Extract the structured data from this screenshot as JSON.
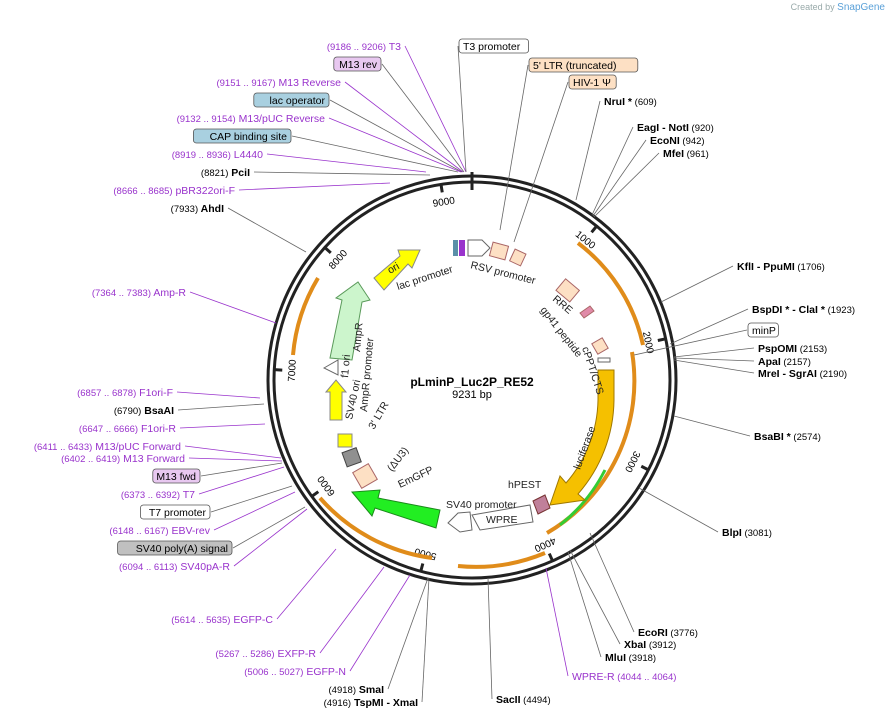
{
  "credit": {
    "prefix": "Created by",
    "brand": "SnapGene"
  },
  "plasmid": {
    "name": "pLminP_Luc2P_RE52",
    "length_label": "9231 bp"
  },
  "ticks": [
    "1000",
    "2000",
    "3000",
    "4000",
    "5000",
    "6000",
    "7000",
    "8000",
    "9000"
  ],
  "colors": {
    "enzyme": "#000000",
    "feature": "#9933cc",
    "orange": "#e08c1a",
    "green": "#33cc33",
    "yellow": "#ffff00"
  },
  "annotations": [
    {
      "id": "t3",
      "parts": [
        {
          "t": "(9186 .. 9206)",
          "c": "f",
          "s": "small"
        },
        {
          "t": "  T3",
          "c": "f"
        }
      ]
    },
    {
      "id": "m13rev",
      "parts": [
        {
          "t": "M13 rev",
          "c": "k"
        }
      ],
      "box": "#e8c8f0"
    },
    {
      "id": "m13reverse",
      "parts": [
        {
          "t": "(9151 .. 9167)",
          "c": "f",
          "s": "small"
        },
        {
          "t": "  M13 Reverse",
          "c": "f"
        }
      ]
    },
    {
      "id": "lacop",
      "parts": [
        {
          "t": "lac operator",
          "c": "k"
        }
      ],
      "box": "#a9d0e0"
    },
    {
      "id": "m13puc",
      "parts": [
        {
          "t": "(9132 .. 9154)",
          "c": "f",
          "s": "small"
        },
        {
          "t": "  M13/pUC Reverse",
          "c": "f"
        }
      ]
    },
    {
      "id": "cap",
      "parts": [
        {
          "t": "CAP binding site",
          "c": "k"
        }
      ],
      "box": "#a9d0e0"
    },
    {
      "id": "l4440",
      "parts": [
        {
          "t": "(8919 .. 8936)",
          "c": "f",
          "s": "small"
        },
        {
          "t": "  L4440",
          "c": "f"
        }
      ]
    },
    {
      "id": "pcii",
      "parts": [
        {
          "t": "(8821)",
          "c": "k",
          "s": "small"
        },
        {
          "t": "  PciI",
          "c": "k",
          "b": 1
        }
      ]
    },
    {
      "id": "pbr",
      "parts": [
        {
          "t": "(8666 .. 8685)",
          "c": "f",
          "s": "small"
        },
        {
          "t": "  pBR322ori-F",
          "c": "f"
        }
      ]
    },
    {
      "id": "ahdi",
      "parts": [
        {
          "t": "(7933)",
          "c": "k",
          "s": "small"
        },
        {
          "t": "  AhdI",
          "c": "k",
          "b": 1
        }
      ]
    },
    {
      "id": "ampr",
      "parts": [
        {
          "t": "(7364 .. 7383)",
          "c": "f",
          "s": "small"
        },
        {
          "t": "  Amp-R",
          "c": "f"
        }
      ]
    },
    {
      "id": "f1f",
      "parts": [
        {
          "t": "(6857 .. 6878)",
          "c": "f",
          "s": "small"
        },
        {
          "t": "  F1ori-F",
          "c": "f"
        }
      ]
    },
    {
      "id": "bsaai",
      "parts": [
        {
          "t": "(6790)",
          "c": "k",
          "s": "small"
        },
        {
          "t": "  BsaAI",
          "c": "k",
          "b": 1
        }
      ]
    },
    {
      "id": "f1r",
      "parts": [
        {
          "t": "(6647 .. 6666)",
          "c": "f",
          "s": "small"
        },
        {
          "t": "  F1ori-R",
          "c": "f"
        }
      ]
    },
    {
      "id": "m13pucf",
      "parts": [
        {
          "t": "(6411 .. 6433)",
          "c": "f",
          "s": "small"
        },
        {
          "t": "  M13/pUC Forward",
          "c": "f"
        }
      ]
    },
    {
      "id": "m13fwd2",
      "parts": [
        {
          "t": "(6402 .. 6419)",
          "c": "f",
          "s": "small"
        },
        {
          "t": "  M13 Forward",
          "c": "f"
        }
      ]
    },
    {
      "id": "m13fwd",
      "parts": [
        {
          "t": "M13 fwd",
          "c": "k"
        }
      ],
      "box": "#e8c8f0"
    },
    {
      "id": "t7",
      "parts": [
        {
          "t": "(6373 .. 6392)",
          "c": "f",
          "s": "small"
        },
        {
          "t": "  T7",
          "c": "f"
        }
      ]
    },
    {
      "id": "t7p",
      "parts": [
        {
          "t": "T7 promoter",
          "c": "k"
        }
      ],
      "box": "#ffffff"
    },
    {
      "id": "ebv",
      "parts": [
        {
          "t": "(6148 .. 6167)",
          "c": "f",
          "s": "small"
        },
        {
          "t": "  EBV-rev",
          "c": "f"
        }
      ]
    },
    {
      "id": "sv40pa",
      "parts": [
        {
          "t": "SV40 poly(A) signal",
          "c": "k"
        }
      ],
      "box": "#c0c0c0"
    },
    {
      "id": "sv40par",
      "parts": [
        {
          "t": "(6094 .. 6113)",
          "c": "f",
          "s": "small"
        },
        {
          "t": "  SV40pA-R",
          "c": "f"
        }
      ]
    },
    {
      "id": "egfpc",
      "parts": [
        {
          "t": "(5614 .. 5635)",
          "c": "f",
          "s": "small"
        },
        {
          "t": "  EGFP-C",
          "c": "f"
        }
      ]
    },
    {
      "id": "exfp",
      "parts": [
        {
          "t": "(5267 .. 5286)",
          "c": "f",
          "s": "small"
        },
        {
          "t": "  EXFP-R",
          "c": "f"
        }
      ]
    },
    {
      "id": "egfpn",
      "parts": [
        {
          "t": "(5006 .. 5027)",
          "c": "f",
          "s": "small"
        },
        {
          "t": "  EGFP-N",
          "c": "f"
        }
      ]
    },
    {
      "id": "smai",
      "parts": [
        {
          "t": "(4918)",
          "c": "k",
          "s": "small"
        },
        {
          "t": "  SmaI",
          "c": "k",
          "b": 1
        }
      ]
    },
    {
      "id": "tspmi",
      "parts": [
        {
          "t": "(4916)",
          "c": "k",
          "s": "small"
        },
        {
          "t": "  TspMI - XmaI",
          "c": "k",
          "b": 1
        }
      ]
    },
    {
      "id": "t3p",
      "parts": [
        {
          "t": "T3 promoter",
          "c": "k"
        }
      ],
      "box": "#ffffff"
    },
    {
      "id": "ltr",
      "parts": [
        {
          "t": "5' LTR (truncated)",
          "c": "k"
        }
      ],
      "box": "#fde0c4"
    },
    {
      "id": "hiv",
      "parts": [
        {
          "t": "HIV-1 Ψ",
          "c": "k"
        }
      ],
      "box": "#fde0c4"
    },
    {
      "id": "nrui",
      "parts": [
        {
          "t": "NruI *",
          "c": "k",
          "b": 1
        },
        {
          "t": "  (609)",
          "c": "k",
          "s": "small"
        }
      ]
    },
    {
      "id": "eagi",
      "parts": [
        {
          "t": "EagI  - NotI",
          "c": "k",
          "b": 1
        },
        {
          "t": "  (920)",
          "c": "k",
          "s": "small"
        }
      ]
    },
    {
      "id": "econi",
      "parts": [
        {
          "t": "EcoNI",
          "c": "k",
          "b": 1
        },
        {
          "t": "  (942)",
          "c": "k",
          "s": "small"
        }
      ]
    },
    {
      "id": "mfei",
      "parts": [
        {
          "t": "MfeI",
          "c": "k",
          "b": 1
        },
        {
          "t": "  (961)",
          "c": "k",
          "s": "small"
        }
      ]
    },
    {
      "id": "kfli",
      "parts": [
        {
          "t": "KflI  - PpuMI",
          "c": "k",
          "b": 1
        },
        {
          "t": "  (1706)",
          "c": "k",
          "s": "small"
        }
      ]
    },
    {
      "id": "bspdi",
      "parts": [
        {
          "t": "BspDI * - ClaI *",
          "c": "k",
          "b": 1
        },
        {
          "t": "  (1923)",
          "c": "k",
          "s": "small"
        }
      ]
    },
    {
      "id": "minp",
      "parts": [
        {
          "t": "minP",
          "c": "k"
        }
      ],
      "box": "#ffffff"
    },
    {
      "id": "pspomi",
      "parts": [
        {
          "t": "PspOMI",
          "c": "k",
          "b": 1
        },
        {
          "t": "  (2153)",
          "c": "k",
          "s": "small"
        }
      ]
    },
    {
      "id": "apai",
      "parts": [
        {
          "t": "ApaI",
          "c": "k",
          "b": 1
        },
        {
          "t": "  (2157)",
          "c": "k",
          "s": "small"
        }
      ]
    },
    {
      "id": "mrei",
      "parts": [
        {
          "t": "MreI  - SgrAI",
          "c": "k",
          "b": 1
        },
        {
          "t": "  (2190)",
          "c": "k",
          "s": "small"
        }
      ]
    },
    {
      "id": "bsabi",
      "parts": [
        {
          "t": "BsaBI *",
          "c": "k",
          "b": 1
        },
        {
          "t": "  (2574)",
          "c": "k",
          "s": "small"
        }
      ]
    },
    {
      "id": "blpi",
      "parts": [
        {
          "t": "BlpI",
          "c": "k",
          "b": 1
        },
        {
          "t": "  (3081)",
          "c": "k",
          "s": "small"
        }
      ]
    },
    {
      "id": "ecori",
      "parts": [
        {
          "t": "EcoRI",
          "c": "k",
          "b": 1
        },
        {
          "t": "  (3776)",
          "c": "k",
          "s": "small"
        }
      ]
    },
    {
      "id": "xbai",
      "parts": [
        {
          "t": "XbaI",
          "c": "k",
          "b": 1
        },
        {
          "t": "  (3912)",
          "c": "k",
          "s": "small"
        }
      ]
    },
    {
      "id": "mlui",
      "parts": [
        {
          "t": "MluI",
          "c": "k",
          "b": 1
        },
        {
          "t": "  (3918)",
          "c": "k",
          "s": "small"
        }
      ]
    },
    {
      "id": "wpre",
      "parts": [
        {
          "t": "WPRE-R",
          "c": "f"
        },
        {
          "t": "   (4044 .. 4064)",
          "c": "f",
          "s": "small"
        }
      ]
    },
    {
      "id": "sacii",
      "parts": [
        {
          "t": "SacII",
          "c": "k",
          "b": 1
        },
        {
          "t": "  (4494)",
          "c": "k",
          "s": "small"
        }
      ]
    }
  ],
  "inner_labels": [
    {
      "id": "lacprom",
      "t": "lac promoter"
    },
    {
      "id": "rsv",
      "t": "RSV promoter"
    },
    {
      "id": "ori",
      "t": "ori"
    },
    {
      "id": "rre",
      "t": "RRE"
    },
    {
      "id": "gp41",
      "t": "gp41 peptide"
    },
    {
      "id": "cppt",
      "t": "cPPT/CTS"
    },
    {
      "id": "luc",
      "t": "luciferase"
    },
    {
      "id": "hpest",
      "t": "hPEST"
    },
    {
      "id": "sv40prom",
      "t": "SV40 promoter"
    },
    {
      "id": "wpreb",
      "t": "WPRE"
    },
    {
      "id": "emgfp",
      "t": "EmGFP"
    },
    {
      "id": "ltr3",
      "t": "3' LTR"
    },
    {
      "id": "du3",
      "t": "(ΔU3)"
    },
    {
      "id": "sv40ori",
      "t": "SV40 ori"
    },
    {
      "id": "f1ori",
      "t": "f1 ori"
    },
    {
      "id": "ampprom",
      "t": "AmpR promoter"
    },
    {
      "id": "amprl",
      "t": "AmpR"
    }
  ]
}
